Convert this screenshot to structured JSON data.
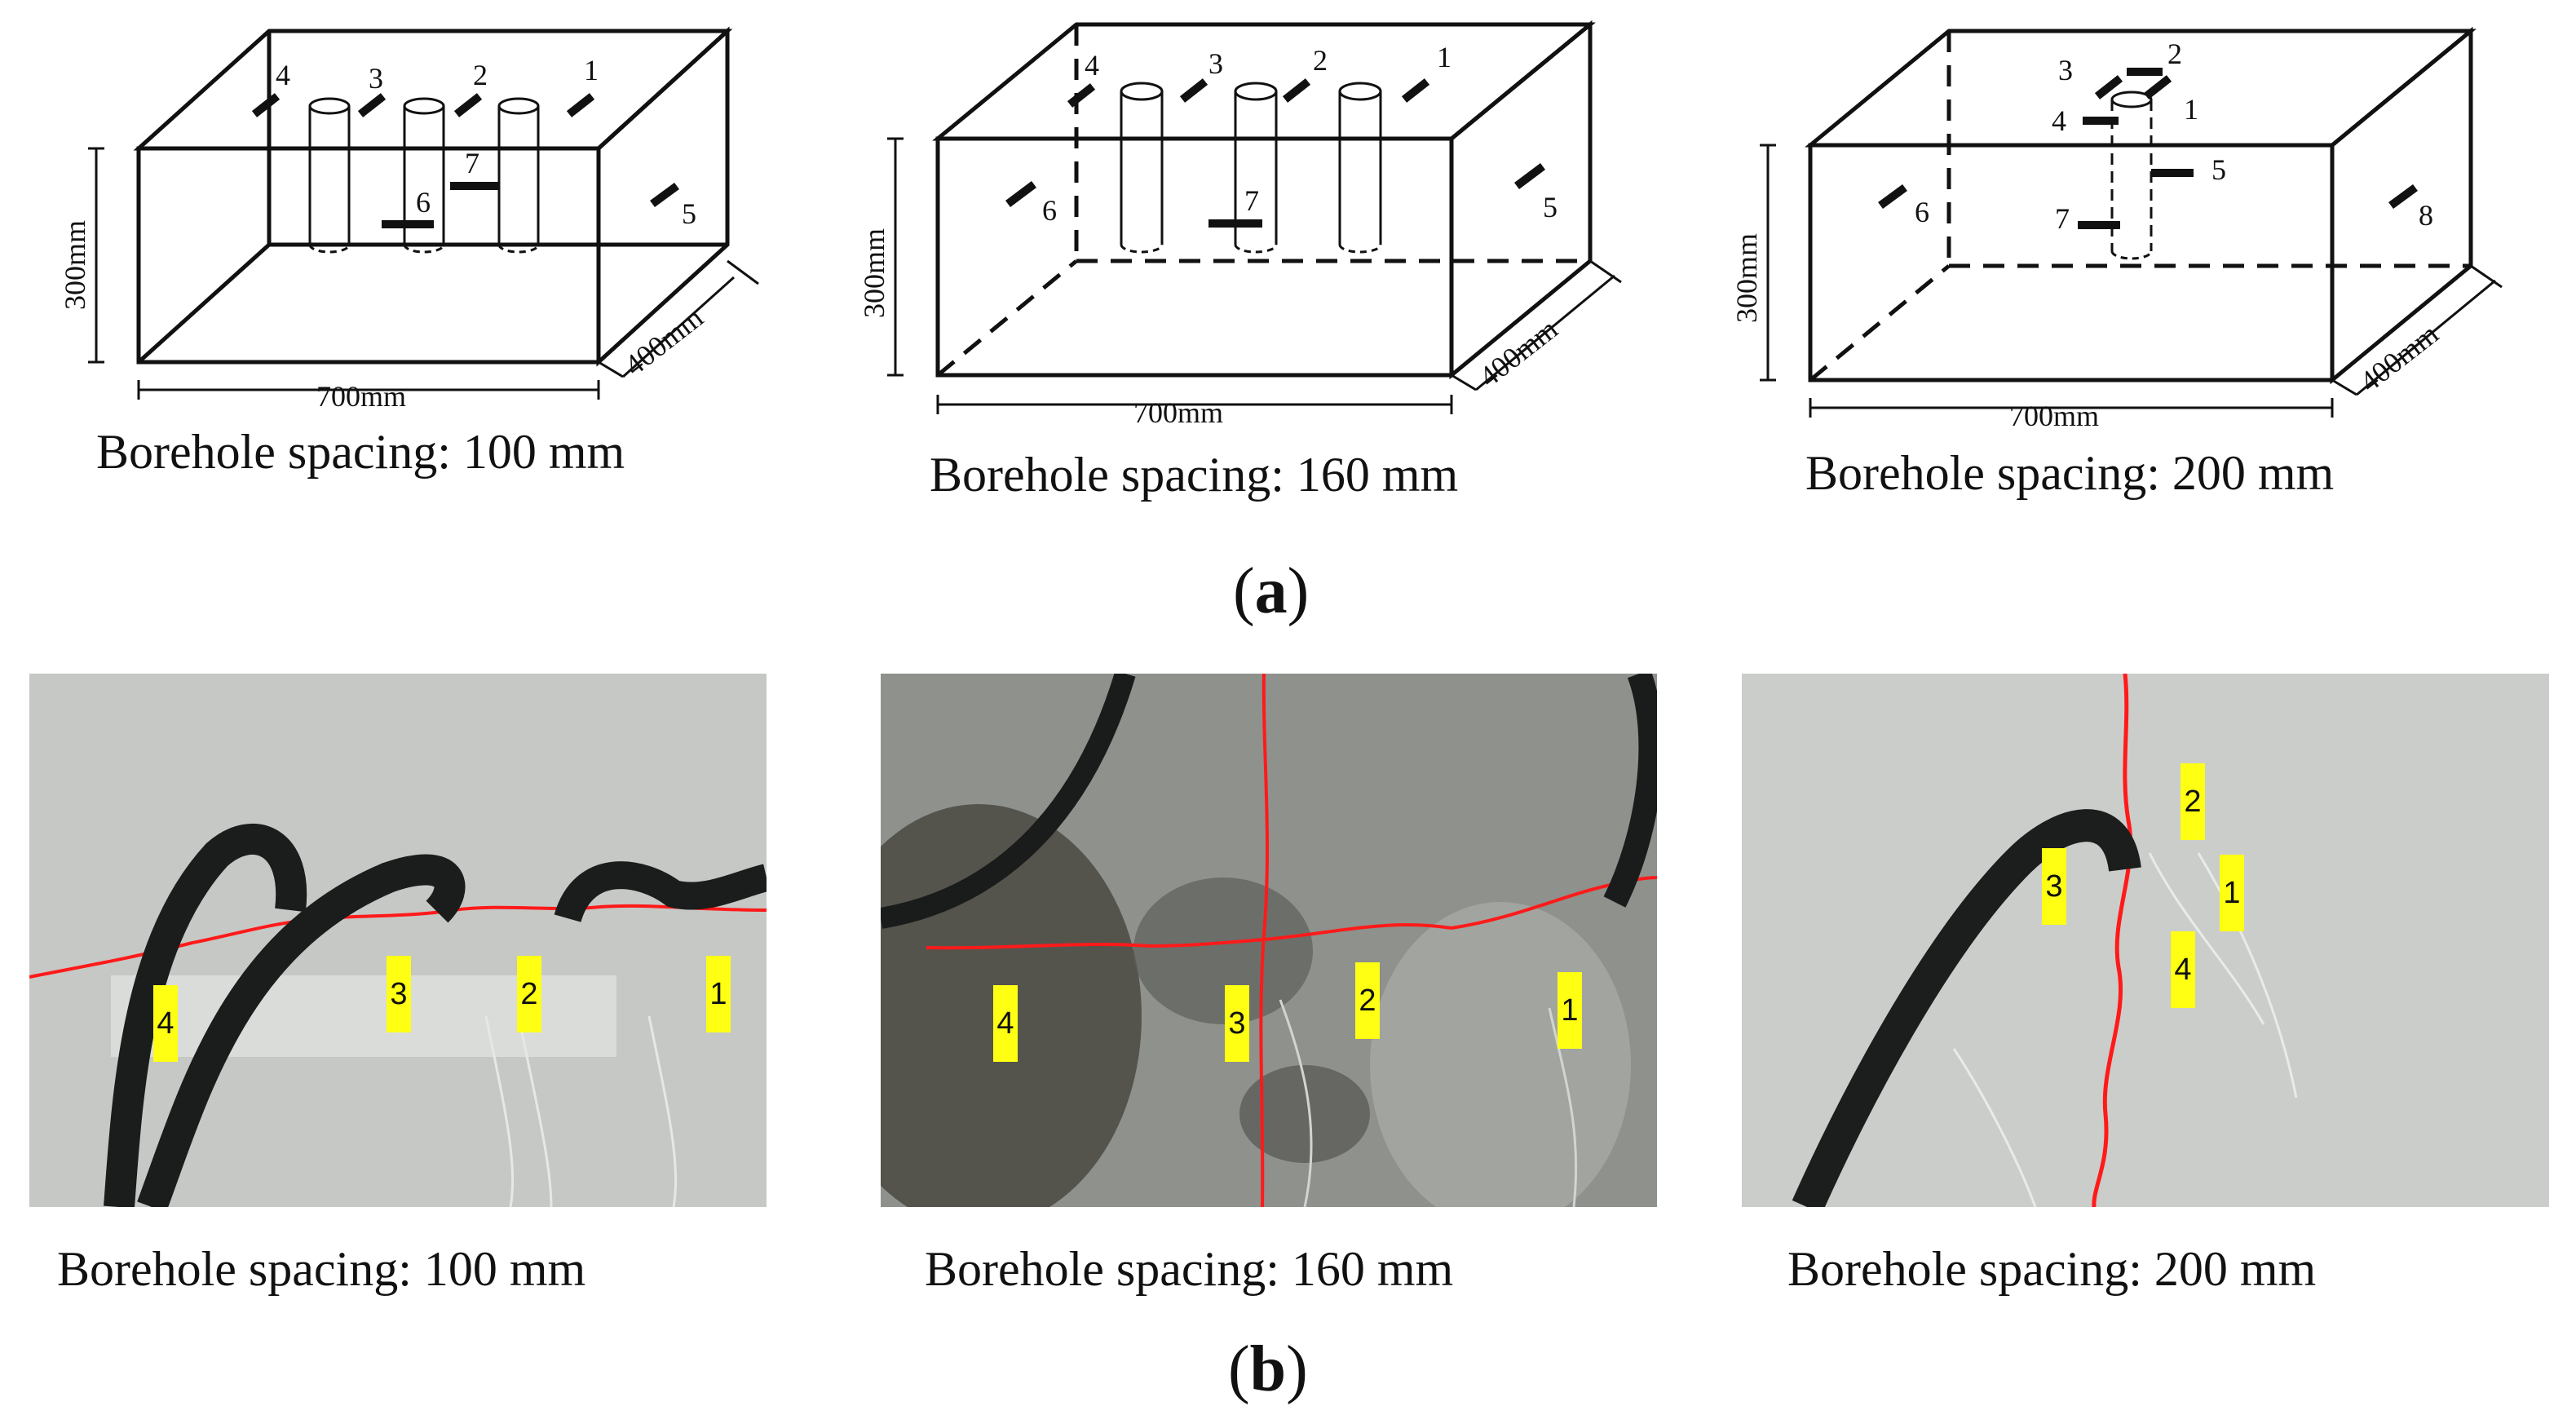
{
  "figure": {
    "part_a_label": "a",
    "part_b_label": "b"
  },
  "diagrams": [
    {
      "caption": "Borehole spacing: 100 mm",
      "dim_height": "300mm",
      "dim_length": "700mm",
      "dim_depth": "400mm",
      "gauge_labels": [
        "1",
        "2",
        "3",
        "4",
        "5",
        "6",
        "7"
      ]
    },
    {
      "caption": "Borehole spacing: 160 mm",
      "dim_height": "300mm",
      "dim_length": "700mm",
      "dim_depth": "400mm",
      "gauge_labels": [
        "1",
        "2",
        "3",
        "4",
        "5",
        "6",
        "7"
      ]
    },
    {
      "caption": "Borehole spacing: 200 mm",
      "dim_height": "300mm",
      "dim_length": "700mm",
      "dim_depth": "400mm",
      "gauge_labels": [
        "1",
        "2",
        "3",
        "4",
        "5",
        "6",
        "7",
        "8"
      ]
    }
  ],
  "photos": [
    {
      "caption": "Borehole spacing: 100 mm",
      "tags": [
        "4",
        "3",
        "2",
        "1"
      ]
    },
    {
      "caption": "Borehole spacing: 160 mm",
      "tags": [
        "4",
        "3",
        "2",
        "1"
      ]
    },
    {
      "caption": "Borehole spacing: 200 mm",
      "tags": [
        "3",
        "2",
        "1",
        "4"
      ]
    }
  ],
  "colors": {
    "line": "#111111",
    "crack": "#ff1a1a",
    "tag": "#ffff14",
    "concrete": "#c9cbc8",
    "concrete_dark": "#8e918c"
  }
}
